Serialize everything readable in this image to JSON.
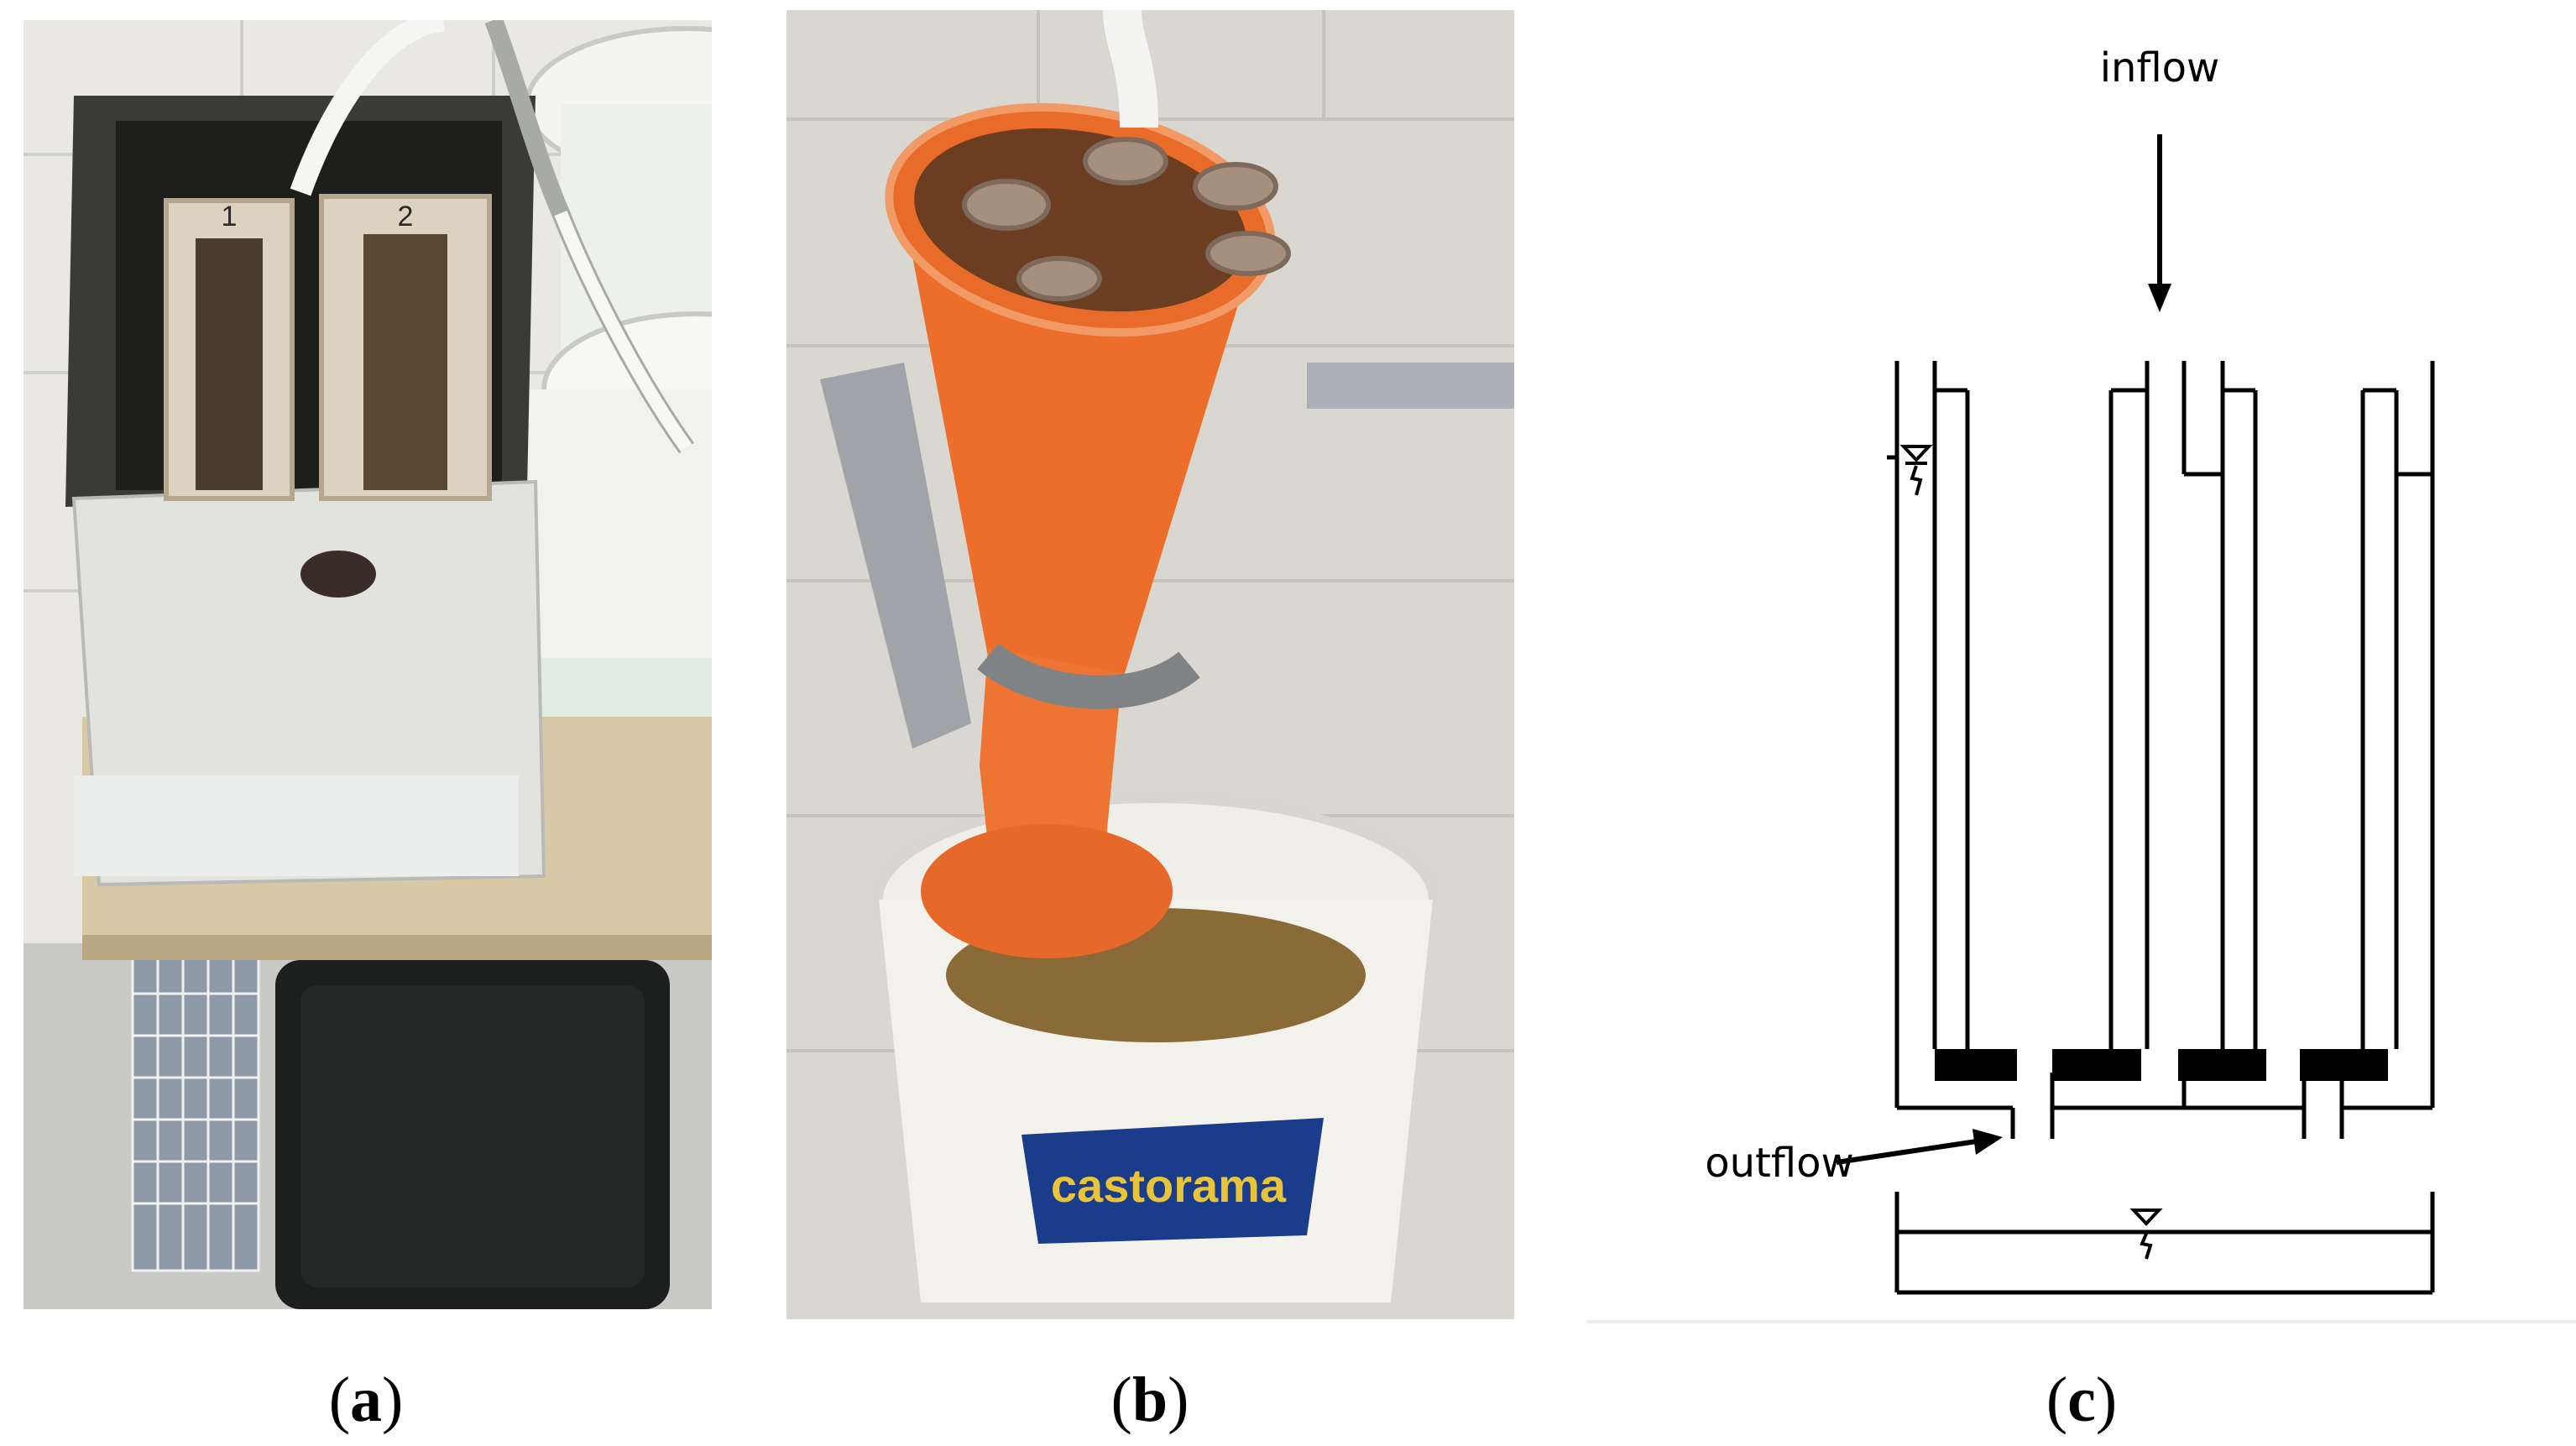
{
  "figure": {
    "panels": [
      {
        "id": "a",
        "caption_open": "(",
        "caption_letter": "a",
        "caption_close": ")",
        "content": "photograph"
      },
      {
        "id": "b",
        "caption_open": "(",
        "caption_letter": "b",
        "caption_close": ")",
        "content": "photograph"
      },
      {
        "id": "c",
        "caption_open": "(",
        "caption_letter": "c",
        "caption_close": ")",
        "content": "schematic"
      }
    ],
    "schematic": {
      "inflow_label": "inflow",
      "outflow_label": "outflow"
    },
    "photo_a_markings": {
      "sample_1": "1",
      "sample_2": "2"
    },
    "photo_b_markings": {
      "bucket_brand": "castorama"
    }
  }
}
